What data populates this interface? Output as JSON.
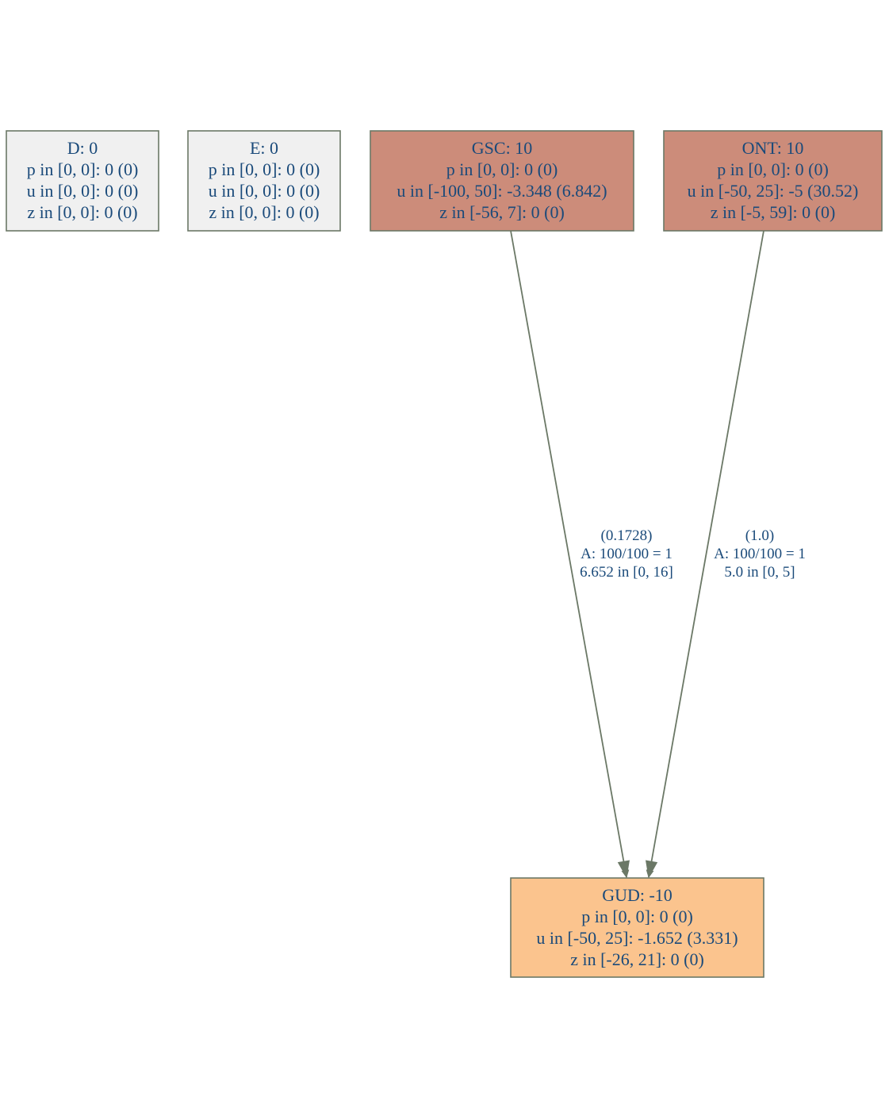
{
  "colors": {
    "text": "#1a4a7a",
    "border": "#6b7866",
    "edge": "#6b7866",
    "neutral_fill": "#f0f0f0",
    "source_fill": "#cc8c7a",
    "sink_fill": "#fbc48e"
  },
  "nodes": [
    {
      "id": "D",
      "fill": "neutral",
      "lines": [
        "D: 0",
        "p in [0, 0]: 0 (0)",
        "u in [0, 0]: 0 (0)",
        "z in [0, 0]: 0 (0)"
      ]
    },
    {
      "id": "E",
      "fill": "neutral",
      "lines": [
        "E: 0",
        "p in [0, 0]: 0 (0)",
        "u in [0, 0]: 0 (0)",
        "z in [0, 0]: 0 (0)"
      ]
    },
    {
      "id": "GSC",
      "fill": "source",
      "lines": [
        "GSC: 10",
        "p in [0, 0]: 0 (0)",
        "u in [-100, 50]: -3.348 (6.842)",
        "z in [-56, 7]: 0 (0)"
      ]
    },
    {
      "id": "ONT",
      "fill": "source",
      "lines": [
        "ONT: 10",
        "p in [0, 0]: 0 (0)",
        "u in [-50, 25]: -5 (30.52)",
        "z in [-5, 59]: 0 (0)"
      ]
    },
    {
      "id": "GUD",
      "fill": "sink",
      "lines": [
        "GUD: -10",
        "p in [0, 0]: 0 (0)",
        "u in [-50, 25]: -1.652 (3.331)",
        "z in [-26, 21]: 0 (0)"
      ]
    }
  ],
  "edges": [
    {
      "from": "GSC",
      "to": "GUD",
      "label_lines": [
        "(0.1728)",
        "A: 100/100 = 1",
        "6.652 in [0, 16]"
      ]
    },
    {
      "from": "ONT",
      "to": "GUD",
      "label_lines": [
        "(1.0)",
        "A: 100/100 = 1",
        "5.0 in [0, 5]"
      ]
    }
  ]
}
